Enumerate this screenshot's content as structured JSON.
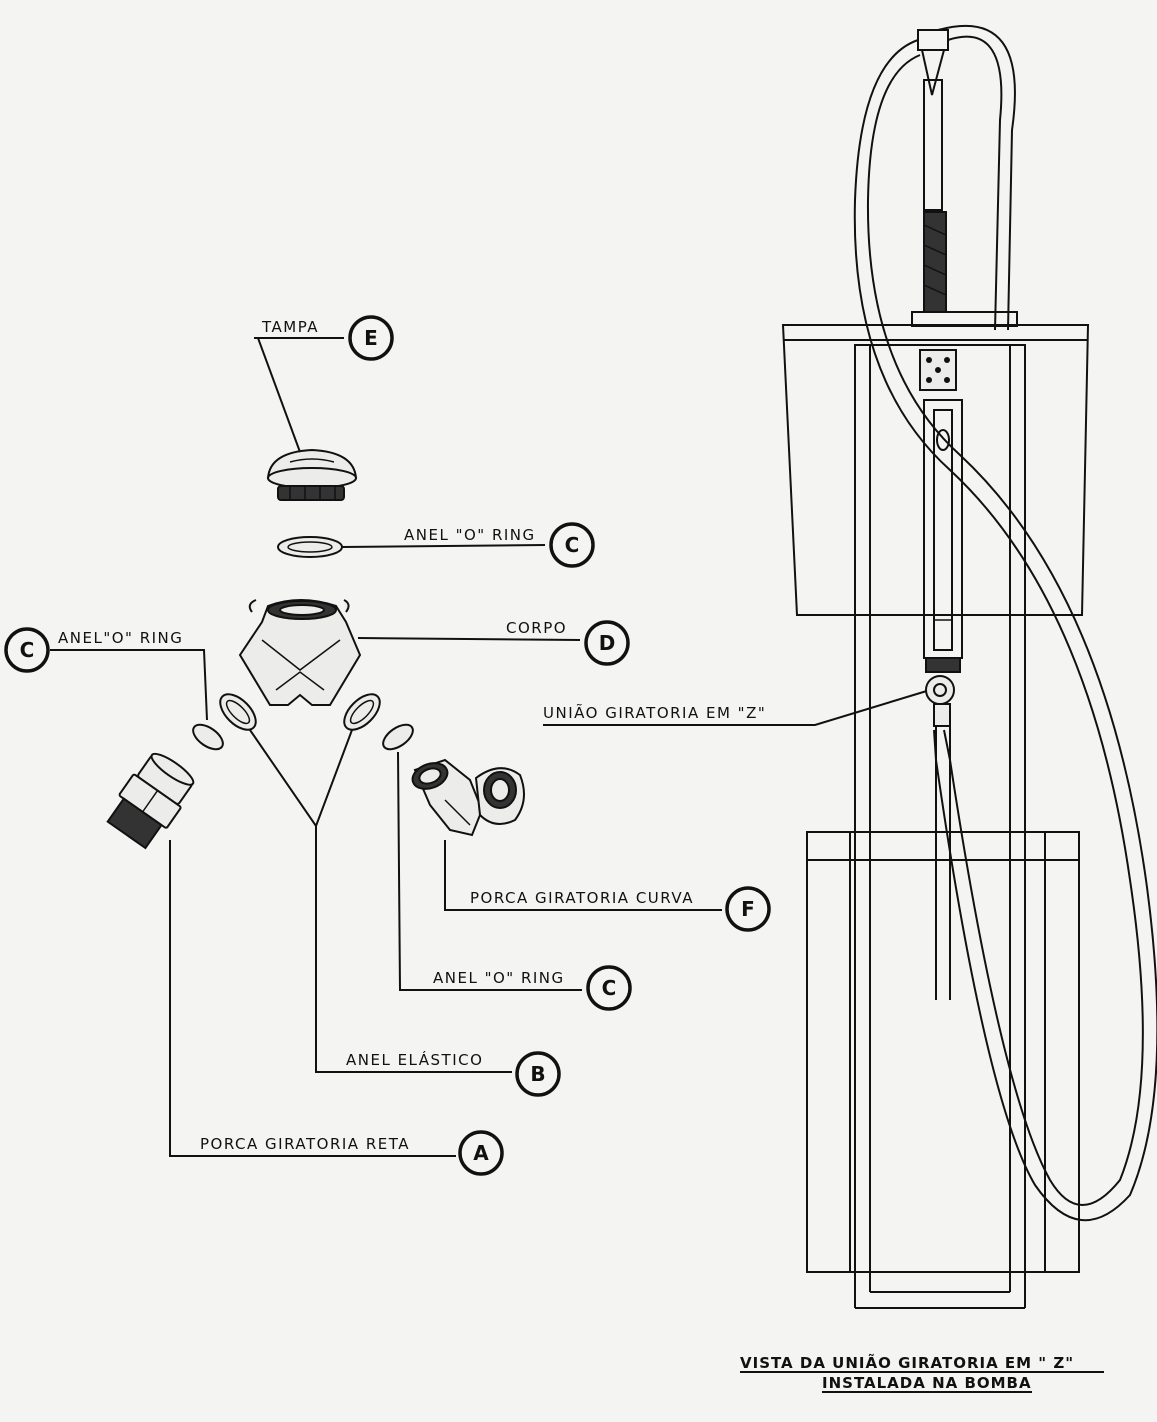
{
  "labels": {
    "tampa": "TAMPA",
    "anel_o_ring_top": "ANEL \"O\" RING",
    "anel_o_ring_left": "ANEL\"O\" RING",
    "corpo": "CORPO",
    "uniao_giratoria": "UNIÃO GIRATORIA EM \"Z\"",
    "porca_curva": "PORCA GIRATORIA CURVA",
    "anel_o_ring_bottom": "ANEL \"O\" RING",
    "anel_elastico": "ANEL ELÁSTICO",
    "porca_reta": "PORCA GIRATORIA RETA"
  },
  "badges": {
    "e": "E",
    "c_top": "C",
    "c_left": "C",
    "d": "D",
    "f": "F",
    "c_bottom": "C",
    "b": "B",
    "a": "A"
  },
  "caption": {
    "line1": "VISTA DA UNIÃO GIRATORIA EM \" Z\"",
    "line2": "INSTALADA NA BOMBA"
  }
}
